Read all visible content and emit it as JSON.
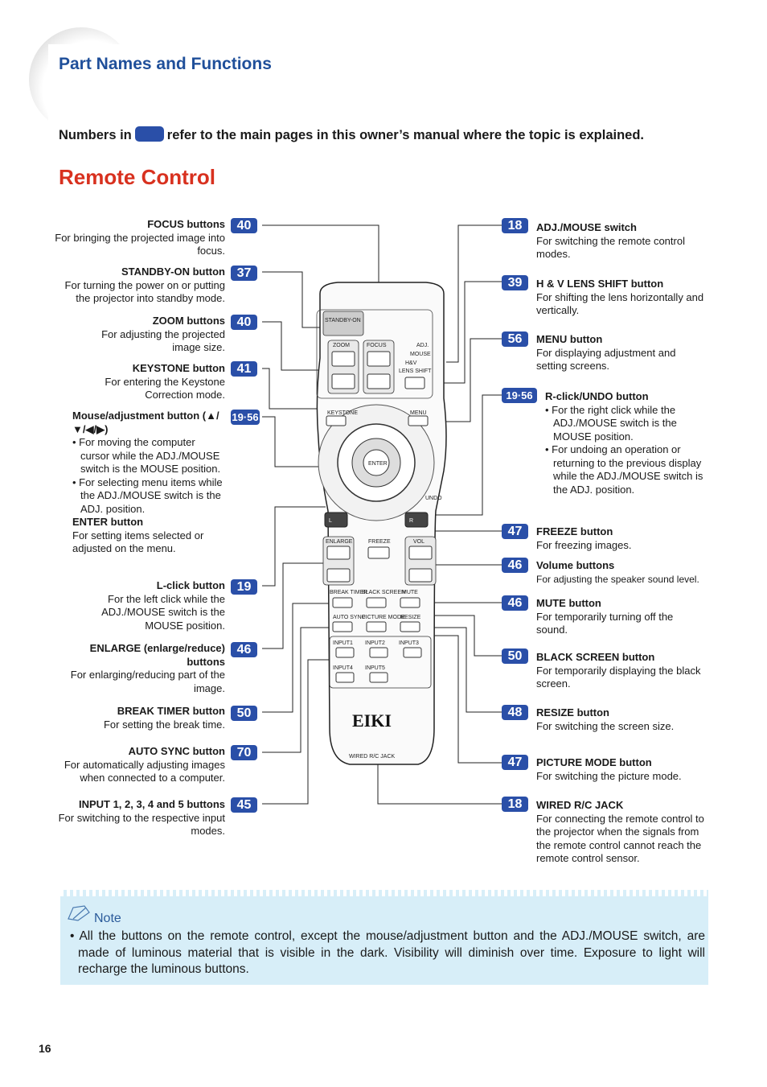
{
  "header": {
    "section_title": "Part Names and Functions"
  },
  "intro": {
    "prefix": "Numbers in",
    "suffix": "refer to the main pages in this owner’s manual where the topic is explained."
  },
  "title": "Remote Control",
  "left_labels": [
    {
      "page": "40",
      "name": "FOCUS buttons",
      "desc": "For bringing the projected image into focus."
    },
    {
      "page": "37",
      "name": "STANDBY-ON button",
      "desc": "For turning the power on or putting the projector into standby mode."
    },
    {
      "page": "40",
      "name": "ZOOM buttons",
      "desc": "For adjusting the projected image size."
    },
    {
      "page": "41",
      "name": "KEYSTONE button",
      "desc": "For entering the Keystone Correction mode."
    },
    {
      "page": "19·56",
      "name": "Mouse/adjustment button (▲/▼/◀/▶)",
      "bullets": [
        "For moving the computer cursor while the ADJ./MOUSE switch is the MOUSE position.",
        "For selecting menu items while the ADJ./MOUSE switch is the ADJ. position."
      ],
      "name2": "ENTER button",
      "desc2": "For setting items selected or adjusted on the menu."
    },
    {
      "page": "19",
      "name": "L-click button",
      "desc": "For the left click while the ADJ./MOUSE switch is the MOUSE position."
    },
    {
      "page": "46",
      "name": "ENLARGE (enlarge/reduce) buttons",
      "desc": "For enlarging/reducing part of the image."
    },
    {
      "page": "50",
      "name": "BREAK TIMER button",
      "desc": "For setting the break time."
    },
    {
      "page": "70",
      "name": "AUTO SYNC button",
      "desc": "For automatically adjusting images when connected to a computer."
    },
    {
      "page": "45",
      "name": "INPUT 1, 2, 3, 4 and 5 buttons",
      "desc": "For switching to the respective input modes."
    }
  ],
  "right_labels": [
    {
      "page": "18",
      "name": "ADJ./MOUSE switch",
      "desc": "For switching the remote control modes."
    },
    {
      "page": "39",
      "name": "H & V LENS SHIFT button",
      "desc": "For shifting the lens horizontally and vertically."
    },
    {
      "page": "56",
      "name": "MENU button",
      "desc": "For displaying adjustment and setting screens."
    },
    {
      "page": "19·56",
      "name": "R-click/UNDO button",
      "bullets": [
        "For the right click while the ADJ./MOUSE switch is the MOUSE position.",
        "For undoing an operation or returning to the previous display while the ADJ./MOUSE switch is the ADJ. position."
      ]
    },
    {
      "page": "47",
      "name": "FREEZE button",
      "desc": "For freezing images."
    },
    {
      "page": "46",
      "name": "Volume buttons",
      "desc": "For adjusting the speaker sound level."
    },
    {
      "page": "46",
      "name": "MUTE button",
      "desc": "For temporarily turning off the sound."
    },
    {
      "page": "50",
      "name": "BLACK SCREEN button",
      "desc": "For temporarily displaying the black screen."
    },
    {
      "page": "48",
      "name": "RESIZE button",
      "desc": "For switching the screen size."
    },
    {
      "page": "47",
      "name": "PICTURE MODE button",
      "desc": "For switching the picture mode."
    },
    {
      "page": "18",
      "name": "WIRED R/C JACK",
      "desc": "For connecting the remote control to the projector when the signals from the remote control cannot reach the remote control sensor."
    }
  ],
  "remote": {
    "standby": "STANDBY-ON",
    "zoom": "ZOOM",
    "focus": "FOCUS",
    "adj": "ADJ.",
    "mouse": "MOUSE",
    "hv": "H&V",
    "lens_shift": "LENS SHIFT",
    "keystone": "KEYSTONE",
    "menu": "MENU",
    "enter": "ENTER",
    "undo": "UNDO",
    "l": "L",
    "r": "R",
    "enlarge": "ENLARGE",
    "freeze": "FREEZE",
    "vol": "VOL",
    "break_timer": "BREAK TIMER",
    "black_screen": "BLACK SCREEN",
    "mute": "MUTE",
    "auto_sync": "AUTO SYNC",
    "picture_mode": "PICTURE MODE",
    "resize": "RESIZE",
    "input1": "INPUT1",
    "input2": "INPUT2",
    "input3": "INPUT3",
    "input4": "INPUT4",
    "input5": "INPUT5",
    "brand": "EIKI",
    "jack": "WIRED R/C JACK"
  },
  "note": {
    "heading": "Note",
    "text": "All the buttons on the remote control, except the mouse/adjustment button and the ADJ./MOUSE switch, are made of luminous material that is visible in the dark. Visibility will diminish over time. Exposure to light will recharge the luminous buttons."
  },
  "page_number": "16"
}
